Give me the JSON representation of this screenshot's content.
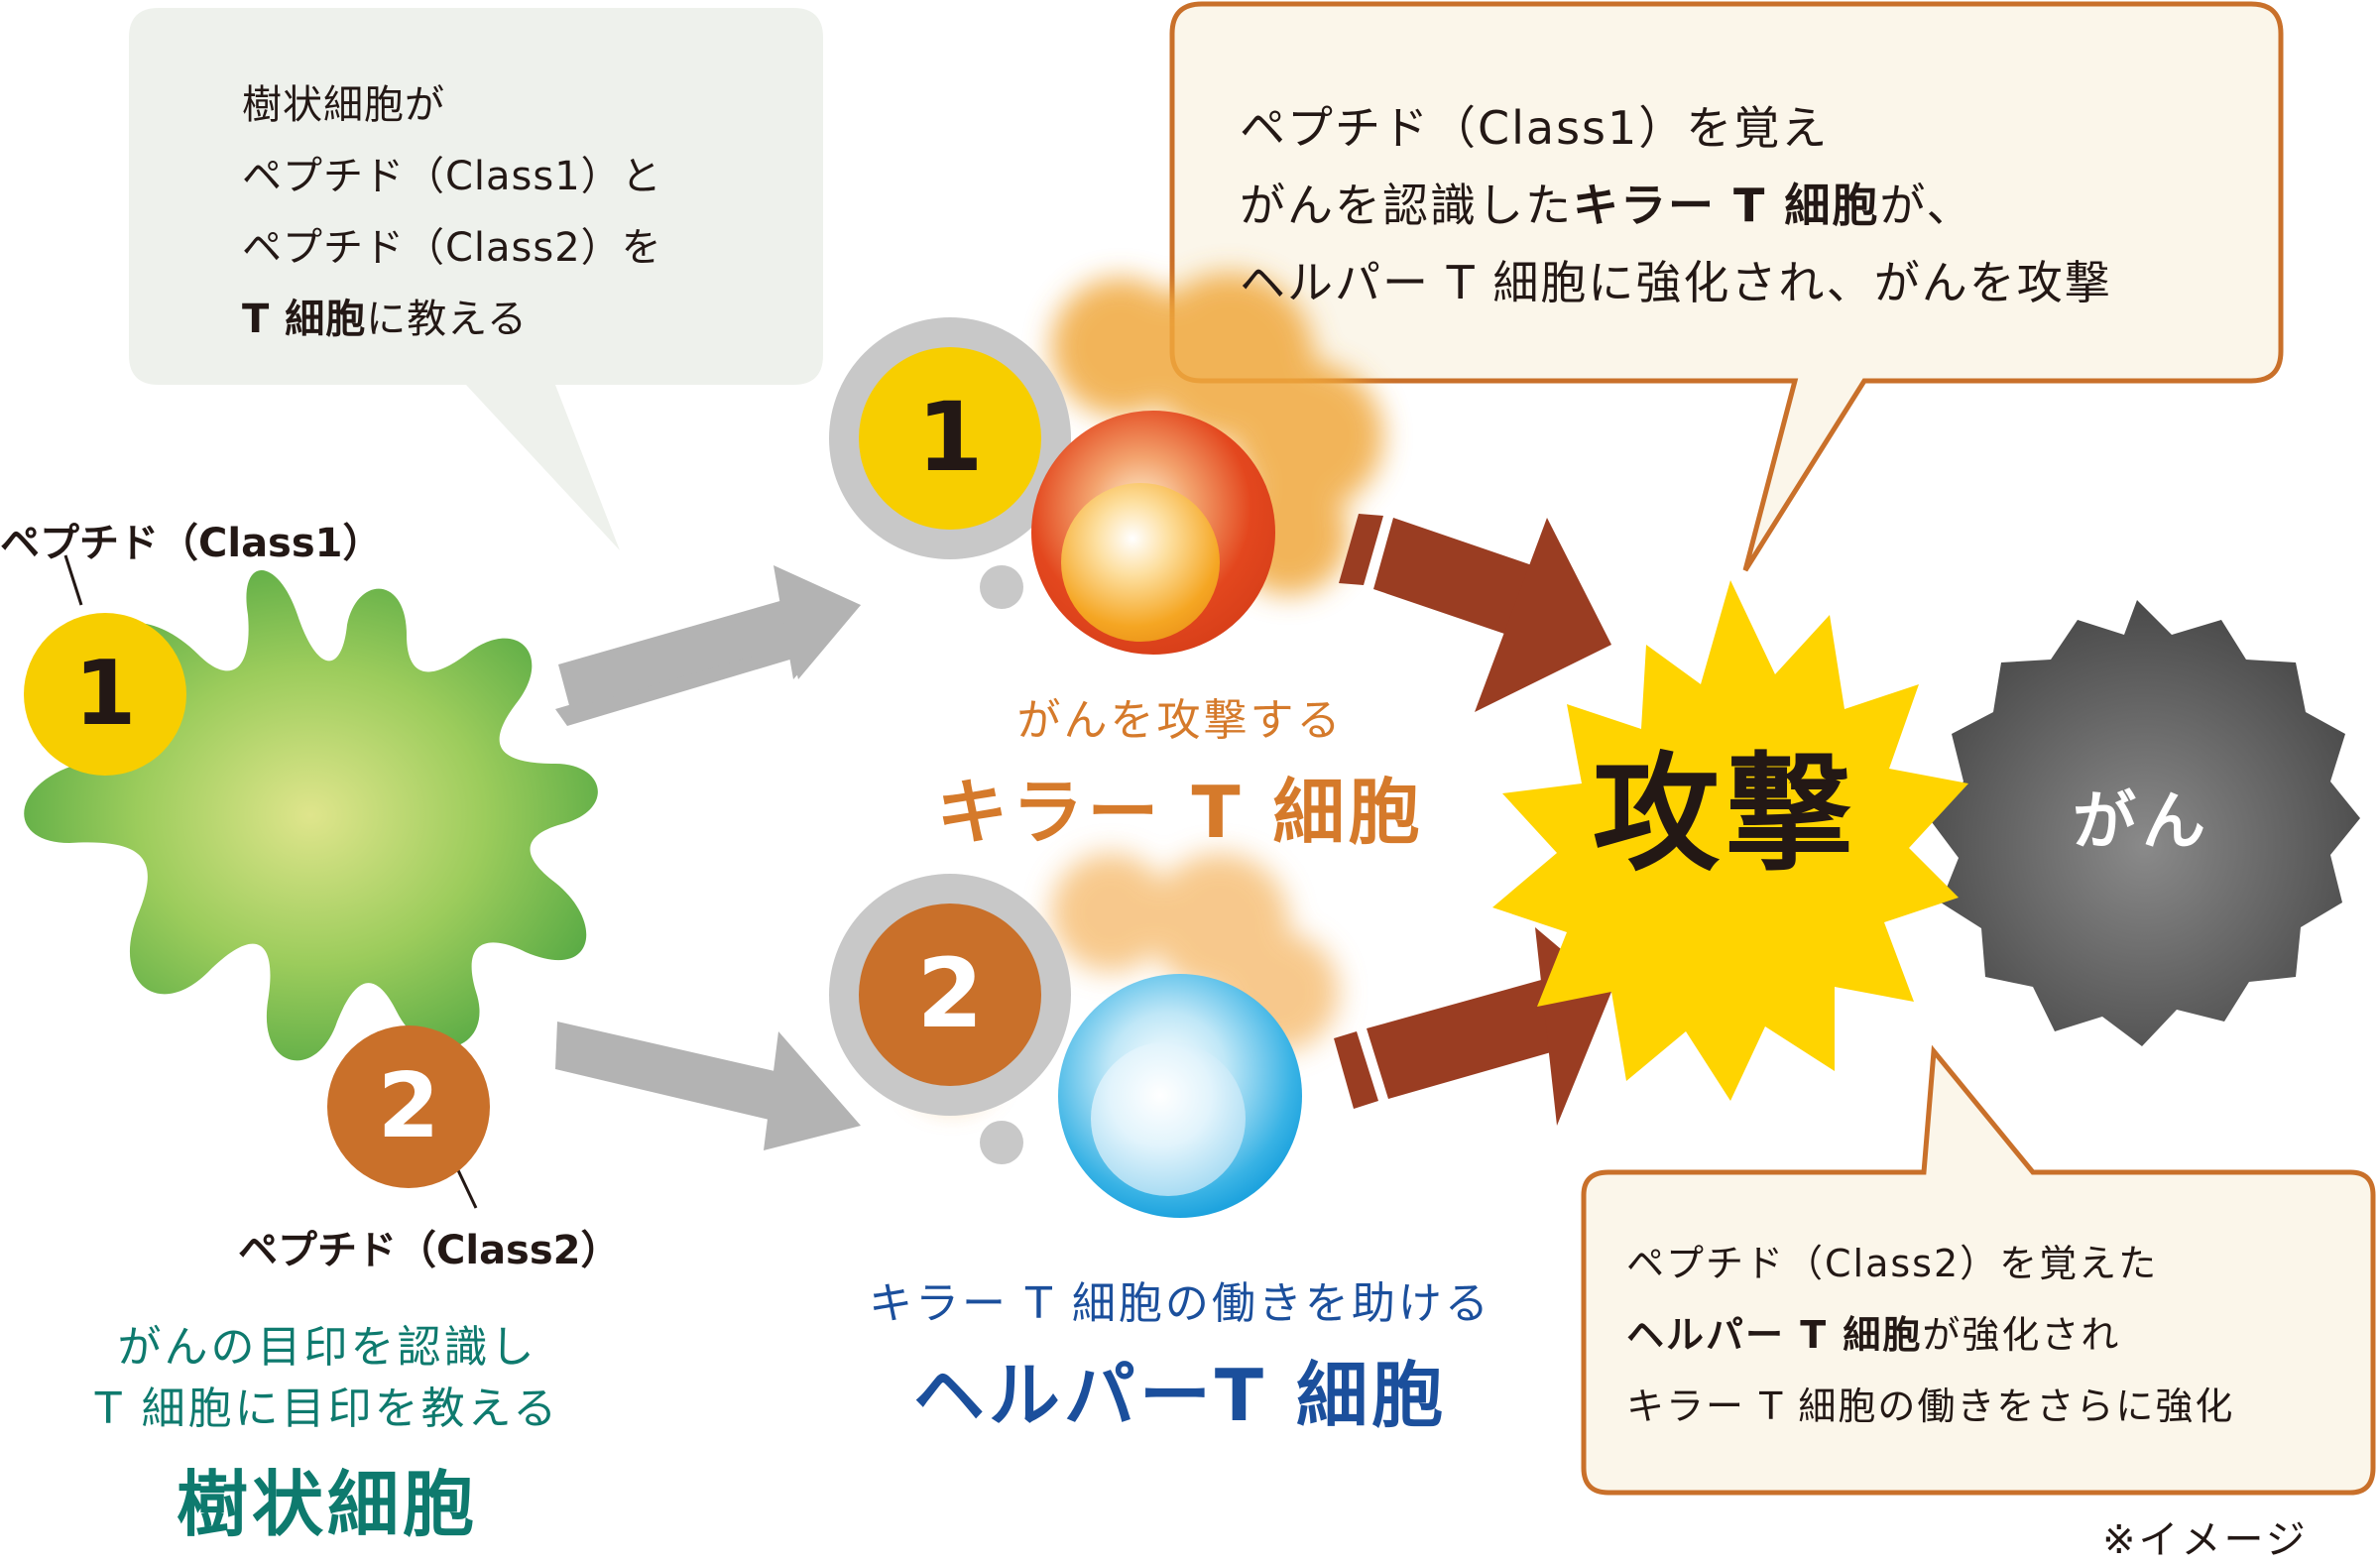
{
  "colors": {
    "dendritic_green": "#6db84b",
    "peptide1_yellow": "#f7ce00",
    "peptide2_orange": "#c9702a",
    "killer_text_orange": "#d57a2b",
    "helper_text_blue": "#1b4f9c",
    "dendritic_text_teal": "#0e7a6e",
    "attack_burst_yellow": "#ffd400",
    "cancer_gray": "#5a5a5a",
    "arrow_brown": "#9a3d22",
    "arrow_gray": "#b3b3b3",
    "bubble_green_bg": "#eef1ec",
    "bubble_beige_bg": "#fbf6ea",
    "bubble_border_orange": "#c9702a"
  },
  "bubble_dendritic": {
    "line1": "樹状細胞が",
    "line2": "ペプチド（Class1）と",
    "line3": "ペプチド（Class2）を",
    "line4_bold": "T 細胞",
    "line4_rest": "に教える"
  },
  "bubble_killer": {
    "line1": "ペプチド（Class1）を覚え",
    "line2_pre": "がんを認識した",
    "line2_bold": "キラー T 細胞",
    "line2_post": "が、",
    "line3": "ヘルパー T 細胞に強化され、がんを攻撃"
  },
  "bubble_helper": {
    "line1": "ペプチド（Class2）を覚えた",
    "line2_bold": "ヘルパー T 細胞",
    "line2_rest": "が強化され",
    "line3": "キラー T 細胞の働きをさらに強化"
  },
  "peptide_class1_label": "ペプチド（Class1）",
  "peptide_class2_label": "ペプチド（Class2）",
  "badge_1": "1",
  "badge_2": "2",
  "killer_caption": {
    "small": "がんを攻撃する",
    "big": "キラー T 細胞"
  },
  "helper_caption": {
    "small": "キラー T 細胞の働きを助ける",
    "big": "ヘルパーT 細胞"
  },
  "dendritic_caption": {
    "line1": "がんの目印を認識し",
    "line2": "T 細胞に目印を教える",
    "big": "樹状細胞"
  },
  "attack_label": "攻撃",
  "cancer_label": "がん",
  "footnote": "※イメージ"
}
